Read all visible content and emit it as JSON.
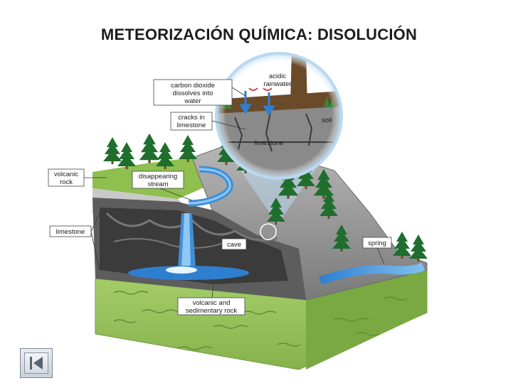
{
  "title": "METEORIZACIÓN QUÍMICA: DISOLUCIÓN",
  "labels": {
    "acidic_rainwater": [
      "acidic",
      "rainwater"
    ],
    "carbon_dioxide": [
      "carbon dioxide",
      "dissolves into",
      "water"
    ],
    "cracks": [
      "cracks in",
      "limestone"
    ],
    "soil": "soil",
    "limestone_inset": "limestone",
    "volcanic_rock": [
      "volcanic",
      "rock"
    ],
    "disappearing_stream": [
      "disappearing",
      "stream"
    ],
    "limestone": "limestone",
    "cave": "cave",
    "spring": "spring",
    "volcanic_sedimentary": [
      "volcanic and",
      "sedimentary rock"
    ]
  },
  "colors": {
    "grass": "#8fbf4f",
    "rock": "#8e8e8e",
    "water": "#3f8fd8",
    "tree": "#1f6e2e",
    "trunk": "#6b4a2a"
  },
  "navigation": {
    "icon": "first-slide-icon"
  }
}
